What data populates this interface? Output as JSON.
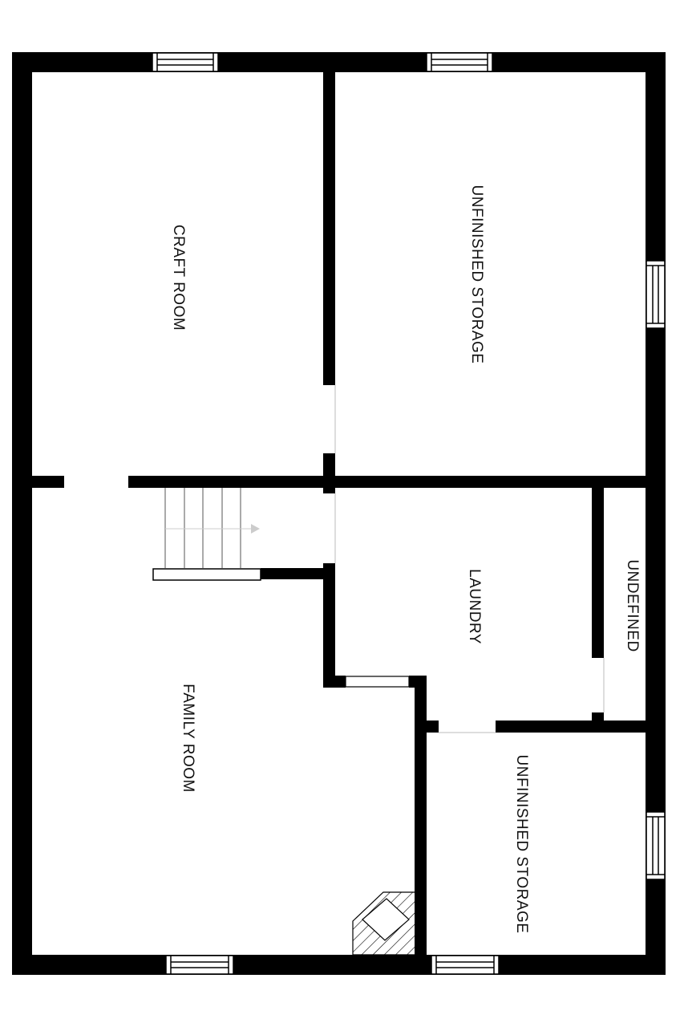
{
  "rooms": {
    "craft_room": "CRAFT ROOM",
    "unfinished_storage_top": "UNFINISHED STORAGE",
    "laundry": "LAUNDRY",
    "undefined": "UNDEFINED",
    "family_room": "FAMILY ROOM",
    "unfinished_storage_bottom": "UNFINISHED STORAGE"
  },
  "colors": {
    "wall": "#000000",
    "background": "#ffffff",
    "arrow": "#cccccc"
  },
  "features": [
    "stairs",
    "fireplace",
    "windows",
    "door-openings"
  ]
}
